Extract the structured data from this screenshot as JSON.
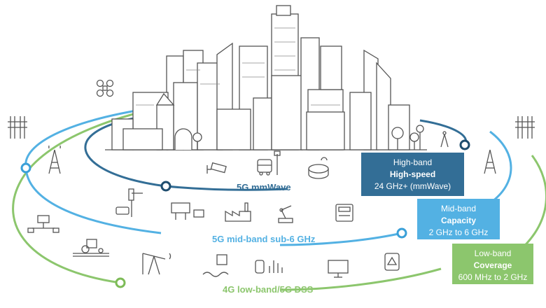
{
  "bands": {
    "high": {
      "ring_label": "5G mmWave",
      "callout_line1": "High-band",
      "callout_line2": "High-speed",
      "callout_line3": "24 GHz+ (mmWave)",
      "color": "#336e96",
      "dot_color": "#1f4d6e"
    },
    "mid": {
      "ring_label": "5G mid-band sub-6 GHz",
      "callout_line1": "Mid-band",
      "callout_line2": "Capacity",
      "callout_line3": "2 GHz to 6 GHz",
      "color": "#53b1e3",
      "dot_color": "#3aa0d8"
    },
    "low": {
      "ring_label": "4G low-band/5G DSS",
      "callout_line1": "Low-band",
      "callout_line2": "Coverage",
      "callout_line3": "600 MHz to 2 GHz",
      "color": "#8cc66d",
      "dot_color": "#7dbb57"
    }
  },
  "icon_color": "#555555",
  "icons": {
    "high_ring": [
      "drone-icon",
      "security-camera-icon",
      "bus-stop-icon",
      "stadium-icon",
      "cell-tower-icon"
    ],
    "mid_ring": [
      "traffic-light-car-icon",
      "billboard-icon",
      "factory-icon",
      "robot-arm-icon",
      "cash-register-icon",
      "cell-tower-icon"
    ],
    "low_ring": [
      "network-devices-icon",
      "tractor-icon",
      "oil-pump-icon",
      "water-treatment-icon",
      "smart-meter-icon",
      "monitor-alert-icon",
      "phone-alert-icon",
      "antenna-array-icon"
    ]
  }
}
